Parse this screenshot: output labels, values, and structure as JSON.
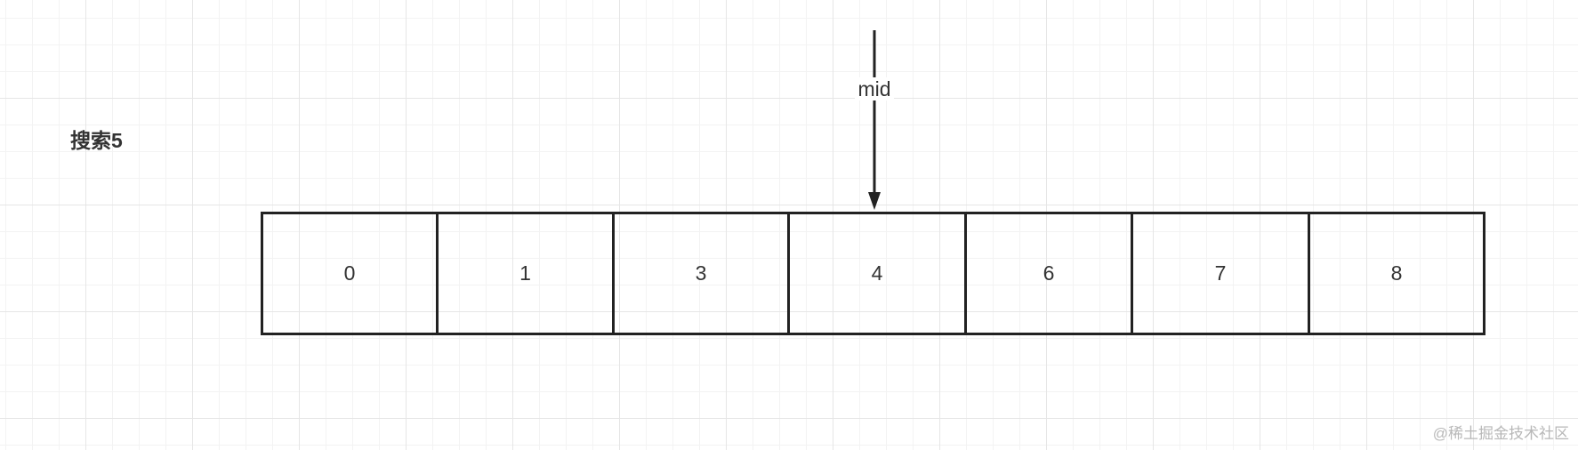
{
  "title": "搜索5",
  "pointer": {
    "label": "mid"
  },
  "cells": [
    "0",
    "1",
    "3",
    "4",
    "6",
    "7",
    "8"
  ],
  "watermark": "@稀土掘金技术社区",
  "colors": {
    "stroke": "#222222",
    "text": "#333333",
    "watermark": "#b8b8b8"
  }
}
